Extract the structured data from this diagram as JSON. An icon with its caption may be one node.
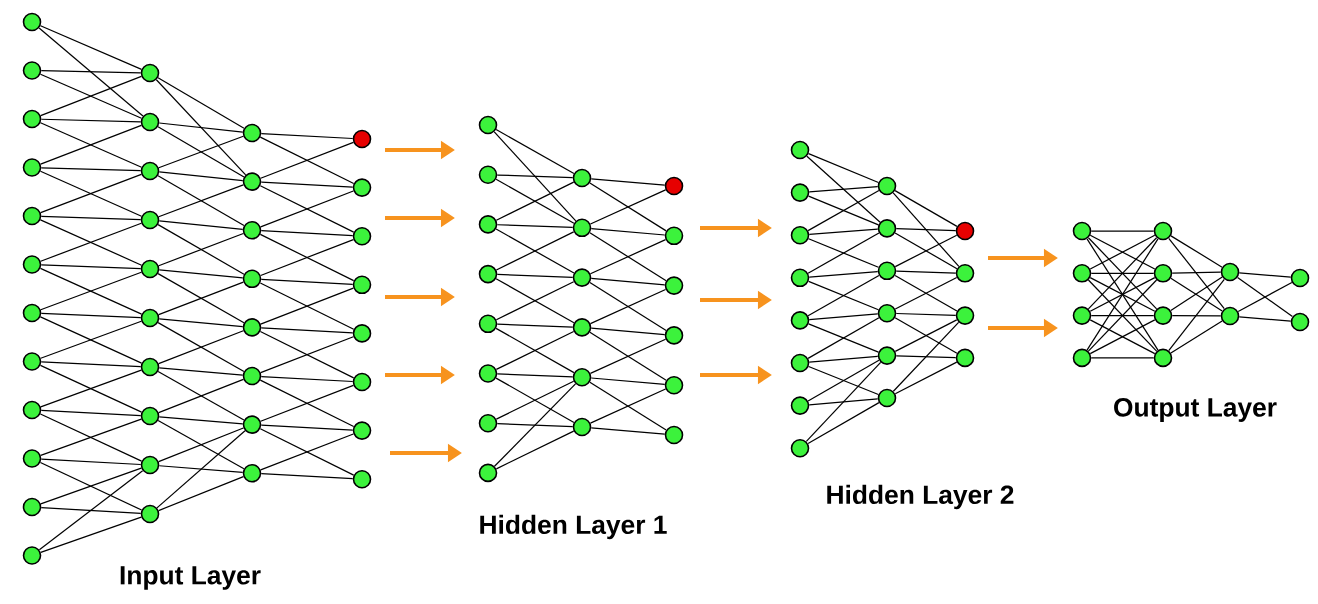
{
  "diagram": {
    "nodes": [
      {
        "text": [],
        "shape": "circle"
      },
      {
        "text": [],
        "shape": "circle"
      },
      {
        "text": [],
        "shape": "circle"
      },
      {
        "text": [],
        "shape": "circle"
      },
      {
        "text": [],
        "shape": "circle"
      },
      {
        "text": [],
        "shape": "circle"
      },
      {
        "text": [],
        "shape": "circle"
      },
      {
        "text": [],
        "shape": "circle"
      },
      {
        "text": [],
        "shape": "circle"
      },
      {
        "text": [],
        "shape": "circle"
      },
      {
        "text": [],
        "shape": "circle"
      },
      {
        "text": [],
        "shape": "circle"
      },
      {
        "text": [],
        "shape": "circle"
      },
      {
        "text": [],
        "shape": "circle"
      },
      {
        "text": [],
        "shape": "circle"
      },
      {
        "text": [],
        "shape": "circle"
      },
      {
        "text": [],
        "shape": "circle"
      },
      {
        "text": [],
        "shape": "circle"
      },
      {
        "text": [],
        "shape": "circle"
      },
      {
        "text": [],
        "shape": "circle"
      },
      {
        "text": [],
        "shape": "circle"
      },
      {
        "text": [],
        "shape": "circle"
      },
      {
        "text": [],
        "shape": "circle"
      },
      {
        "text": [],
        "shape": "circle"
      },
      {
        "text": [],
        "shape": "circle"
      },
      {
        "text": [],
        "shape": "circle"
      },
      {
        "text": [],
        "shape": "circle"
      },
      {
        "text": [],
        "shape": "circle"
      },
      {
        "text": [],
        "shape": "circle"
      },
      {
        "text": [],
        "shape": "circle"
      },
      {
        "text": [],
        "shape": "circle"
      },
      {
        "text": [],
        "shape": "circle"
      },
      {
        "text": [],
        "shape": "circle"
      },
      {
        "text": [],
        "shape": "circle"
      },
      {
        "text": [],
        "shape": "circle"
      },
      {
        "text": [],
        "shape": "circle"
      },
      {
        "text": [],
        "shape": "circle"
      },
      {
        "text": [],
        "shape": "circle"
      },
      {
        "text": [],
        "shape": "circle"
      },
      {
        "text": [],
        "shape": "circle"
      },
      {
        "text": [],
        "shape": "circle"
      },
      {
        "text": [],
        "shape": "circle"
      },
      {
        "text": [],
        "shape": "circle"
      },
      {
        "text": [],
        "shape": "circle"
      },
      {
        "text": [],
        "shape": "circle"
      },
      {
        "text": [],
        "shape": "circle"
      },
      {
        "text": [],
        "shape": "circle"
      },
      {
        "text": [],
        "shape": "circle"
      },
      {
        "text": [],
        "shape": "circle"
      },
      {
        "text": [],
        "shape": "circle"
      },
      {
        "text": [],
        "shape": "circle"
      },
      {
        "text": [],
        "shape": "circle"
      },
      {
        "text": [],
        "shape": "circle"
      },
      {
        "text": [],
        "shape": "circle"
      },
      {
        "text": [],
        "shape": "circle"
      },
      {
        "text": [],
        "shape": "circle"
      },
      {
        "text": [],
        "shape": "circle"
      },
      {
        "text": [],
        "shape": "circle"
      },
      {
        "text": [],
        "shape": "circle"
      },
      {
        "text": [],
        "shape": "circle"
      },
      {
        "text": [],
        "shape": "circle"
      },
      {
        "text": [],
        "shape": "circle"
      },
      {
        "text": [],
        "shape": "circle"
      },
      {
        "text": [],
        "shape": "circle"
      },
      {
        "text": [],
        "shape": "circle"
      },
      {
        "text": [],
        "shape": "circle"
      },
      {
        "text": [],
        "shape": "circle"
      },
      {
        "text": [],
        "shape": "circle"
      },
      {
        "text": [],
        "shape": "circle"
      },
      {
        "text": [],
        "shape": "circle"
      },
      {
        "text": [],
        "shape": "circle"
      },
      {
        "text": [],
        "shape": "circle"
      },
      {
        "text": [],
        "shape": "circle"
      },
      {
        "text": [],
        "shape": "circle"
      },
      {
        "text": [],
        "shape": "circle"
      },
      {
        "text": [],
        "shape": "circle"
      },
      {
        "text": [],
        "shape": "circle"
      },
      {
        "text": [],
        "shape": "circle"
      },
      {
        "text": [],
        "shape": "circle"
      },
      {
        "text": [],
        "shape": "circle"
      },
      {
        "text": [],
        "shape": "circle"
      },
      {
        "text": [],
        "shape": "circle"
      },
      {
        "text": [],
        "shape": "circle"
      },
      {
        "text": [],
        "shape": "circle"
      },
      {
        "text": [],
        "shape": "circle"
      },
      {
        "text": [],
        "shape": "circle"
      },
      {
        "text": [],
        "shape": "circle"
      },
      {
        "text": [],
        "shape": "circle"
      }
    ],
    "edges": [
      {
        "from": 0,
        "to": 12,
        "arrow": "none"
      },
      {
        "from": 0,
        "to": 13,
        "arrow": "none"
      },
      {
        "from": 1,
        "to": 12,
        "arrow": "none"
      },
      {
        "from": 1,
        "to": 13,
        "arrow": "none"
      },
      {
        "from": 2,
        "to": 12,
        "arrow": "none"
      },
      {
        "from": 2,
        "to": 13,
        "arrow": "none"
      },
      {
        "from": 2,
        "to": 14,
        "arrow": "none"
      },
      {
        "from": 3,
        "to": 13,
        "arrow": "none"
      },
      {
        "from": 3,
        "to": 14,
        "arrow": "none"
      },
      {
        "from": 3,
        "to": 15,
        "arrow": "none"
      },
      {
        "from": 4,
        "to": 14,
        "arrow": "none"
      },
      {
        "from": 4,
        "to": 15,
        "arrow": "none"
      },
      {
        "from": 4,
        "to": 16,
        "arrow": "none"
      },
      {
        "from": 5,
        "to": 15,
        "arrow": "none"
      },
      {
        "from": 5,
        "to": 16,
        "arrow": "none"
      },
      {
        "from": 5,
        "to": 17,
        "arrow": "none"
      },
      {
        "from": 6,
        "to": 16,
        "arrow": "none"
      },
      {
        "from": 6,
        "to": 17,
        "arrow": "none"
      },
      {
        "from": 6,
        "to": 18,
        "arrow": "none"
      },
      {
        "from": 7,
        "to": 17,
        "arrow": "none"
      },
      {
        "from": 7,
        "to": 18,
        "arrow": "none"
      },
      {
        "from": 7,
        "to": 19,
        "arrow": "none"
      },
      {
        "from": 8,
        "to": 18,
        "arrow": "none"
      },
      {
        "from": 8,
        "to": 19,
        "arrow": "none"
      },
      {
        "from": 8,
        "to": 20,
        "arrow": "none"
      },
      {
        "from": 9,
        "to": 19,
        "arrow": "none"
      },
      {
        "from": 9,
        "to": 20,
        "arrow": "none"
      },
      {
        "from": 9,
        "to": 21,
        "arrow": "none"
      },
      {
        "from": 10,
        "to": 20,
        "arrow": "none"
      },
      {
        "from": 10,
        "to": 21,
        "arrow": "none"
      },
      {
        "from": 11,
        "to": 20,
        "arrow": "none"
      },
      {
        "from": 11,
        "to": 21,
        "arrow": "none"
      },
      {
        "from": 12,
        "to": 22,
        "arrow": "none"
      },
      {
        "from": 12,
        "to": 23,
        "arrow": "none"
      },
      {
        "from": 13,
        "to": 22,
        "arrow": "none"
      },
      {
        "from": 13,
        "to": 23,
        "arrow": "none"
      },
      {
        "from": 14,
        "to": 22,
        "arrow": "none"
      },
      {
        "from": 14,
        "to": 23,
        "arrow": "none"
      },
      {
        "from": 14,
        "to": 24,
        "arrow": "none"
      },
      {
        "from": 15,
        "to": 23,
        "arrow": "none"
      },
      {
        "from": 15,
        "to": 24,
        "arrow": "none"
      },
      {
        "from": 15,
        "to": 25,
        "arrow": "none"
      },
      {
        "from": 16,
        "to": 24,
        "arrow": "none"
      },
      {
        "from": 16,
        "to": 25,
        "arrow": "none"
      },
      {
        "from": 16,
        "to": 26,
        "arrow": "none"
      },
      {
        "from": 17,
        "to": 25,
        "arrow": "none"
      },
      {
        "from": 17,
        "to": 26,
        "arrow": "none"
      },
      {
        "from": 17,
        "to": 27,
        "arrow": "none"
      },
      {
        "from": 18,
        "to": 26,
        "arrow": "none"
      },
      {
        "from": 18,
        "to": 27,
        "arrow": "none"
      },
      {
        "from": 18,
        "to": 28,
        "arrow": "none"
      },
      {
        "from": 19,
        "to": 27,
        "arrow": "none"
      },
      {
        "from": 19,
        "to": 28,
        "arrow": "none"
      },
      {
        "from": 19,
        "to": 29,
        "arrow": "none"
      },
      {
        "from": 20,
        "to": 28,
        "arrow": "none"
      },
      {
        "from": 20,
        "to": 29,
        "arrow": "none"
      },
      {
        "from": 21,
        "to": 28,
        "arrow": "none"
      },
      {
        "from": 21,
        "to": 29,
        "arrow": "none"
      },
      {
        "from": 22,
        "to": 30,
        "arrow": "none"
      },
      {
        "from": 22,
        "to": 31,
        "arrow": "none"
      },
      {
        "from": 23,
        "to": 30,
        "arrow": "none"
      },
      {
        "from": 23,
        "to": 31,
        "arrow": "none"
      },
      {
        "from": 23,
        "to": 32,
        "arrow": "none"
      },
      {
        "from": 24,
        "to": 31,
        "arrow": "none"
      },
      {
        "from": 24,
        "to": 32,
        "arrow": "none"
      },
      {
        "from": 24,
        "to": 33,
        "arrow": "none"
      },
      {
        "from": 25,
        "to": 32,
        "arrow": "none"
      },
      {
        "from": 25,
        "to": 33,
        "arrow": "none"
      },
      {
        "from": 25,
        "to": 34,
        "arrow": "none"
      },
      {
        "from": 26,
        "to": 33,
        "arrow": "none"
      },
      {
        "from": 26,
        "to": 34,
        "arrow": "none"
      },
      {
        "from": 26,
        "to": 35,
        "arrow": "none"
      },
      {
        "from": 27,
        "to": 34,
        "arrow": "none"
      },
      {
        "from": 27,
        "to": 35,
        "arrow": "none"
      },
      {
        "from": 27,
        "to": 36,
        "arrow": "none"
      },
      {
        "from": 28,
        "to": 35,
        "arrow": "none"
      },
      {
        "from": 28,
        "to": 36,
        "arrow": "none"
      },
      {
        "from": 28,
        "to": 37,
        "arrow": "none"
      },
      {
        "from": 29,
        "to": 36,
        "arrow": "none"
      },
      {
        "from": 29,
        "to": 37,
        "arrow": "none"
      },
      {
        "from": 38,
        "to": 46,
        "arrow": "none"
      },
      {
        "from": 38,
        "to": 47,
        "arrow": "none"
      },
      {
        "from": 39,
        "to": 46,
        "arrow": "none"
      },
      {
        "from": 39,
        "to": 47,
        "arrow": "none"
      },
      {
        "from": 40,
        "to": 46,
        "arrow": "none"
      },
      {
        "from": 40,
        "to": 47,
        "arrow": "none"
      },
      {
        "from": 40,
        "to": 48,
        "arrow": "none"
      },
      {
        "from": 41,
        "to": 47,
        "arrow": "none"
      },
      {
        "from": 41,
        "to": 48,
        "arrow": "none"
      },
      {
        "from": 41,
        "to": 49,
        "arrow": "none"
      },
      {
        "from": 42,
        "to": 48,
        "arrow": "none"
      },
      {
        "from": 42,
        "to": 49,
        "arrow": "none"
      },
      {
        "from": 42,
        "to": 50,
        "arrow": "none"
      },
      {
        "from": 43,
        "to": 49,
        "arrow": "none"
      },
      {
        "from": 43,
        "to": 50,
        "arrow": "none"
      },
      {
        "from": 43,
        "to": 51,
        "arrow": "none"
      },
      {
        "from": 44,
        "to": 50,
        "arrow": "none"
      },
      {
        "from": 44,
        "to": 51,
        "arrow": "none"
      },
      {
        "from": 45,
        "to": 50,
        "arrow": "none"
      },
      {
        "from": 45,
        "to": 51,
        "arrow": "none"
      },
      {
        "from": 46,
        "to": 52,
        "arrow": "none"
      },
      {
        "from": 46,
        "to": 53,
        "arrow": "none"
      },
      {
        "from": 47,
        "to": 52,
        "arrow": "none"
      },
      {
        "from": 47,
        "to": 53,
        "arrow": "none"
      },
      {
        "from": 47,
        "to": 54,
        "arrow": "none"
      },
      {
        "from": 48,
        "to": 53,
        "arrow": "none"
      },
      {
        "from": 48,
        "to": 54,
        "arrow": "none"
      },
      {
        "from": 48,
        "to": 55,
        "arrow": "none"
      },
      {
        "from": 49,
        "to": 54,
        "arrow": "none"
      },
      {
        "from": 49,
        "to": 55,
        "arrow": "none"
      },
      {
        "from": 49,
        "to": 56,
        "arrow": "none"
      },
      {
        "from": 50,
        "to": 55,
        "arrow": "none"
      },
      {
        "from": 50,
        "to": 56,
        "arrow": "none"
      },
      {
        "from": 50,
        "to": 57,
        "arrow": "none"
      },
      {
        "from": 51,
        "to": 56,
        "arrow": "none"
      },
      {
        "from": 51,
        "to": 57,
        "arrow": "none"
      },
      {
        "from": 58,
        "to": 66,
        "arrow": "none"
      },
      {
        "from": 58,
        "to": 67,
        "arrow": "none"
      },
      {
        "from": 59,
        "to": 66,
        "arrow": "none"
      },
      {
        "from": 59,
        "to": 67,
        "arrow": "none"
      },
      {
        "from": 60,
        "to": 66,
        "arrow": "none"
      },
      {
        "from": 60,
        "to": 67,
        "arrow": "none"
      },
      {
        "from": 60,
        "to": 68,
        "arrow": "none"
      },
      {
        "from": 61,
        "to": 67,
        "arrow": "none"
      },
      {
        "from": 61,
        "to": 68,
        "arrow": "none"
      },
      {
        "from": 61,
        "to": 69,
        "arrow": "none"
      },
      {
        "from": 62,
        "to": 68,
        "arrow": "none"
      },
      {
        "from": 62,
        "to": 69,
        "arrow": "none"
      },
      {
        "from": 62,
        "to": 70,
        "arrow": "none"
      },
      {
        "from": 63,
        "to": 69,
        "arrow": "none"
      },
      {
        "from": 63,
        "to": 70,
        "arrow": "none"
      },
      {
        "from": 63,
        "to": 71,
        "arrow": "none"
      },
      {
        "from": 64,
        "to": 70,
        "arrow": "none"
      },
      {
        "from": 64,
        "to": 71,
        "arrow": "none"
      },
      {
        "from": 65,
        "to": 70,
        "arrow": "none"
      },
      {
        "from": 65,
        "to": 71,
        "arrow": "none"
      },
      {
        "from": 66,
        "to": 72,
        "arrow": "none"
      },
      {
        "from": 66,
        "to": 73,
        "arrow": "none"
      },
      {
        "from": 67,
        "to": 72,
        "arrow": "none"
      },
      {
        "from": 67,
        "to": 73,
        "arrow": "none"
      },
      {
        "from": 68,
        "to": 72,
        "arrow": "none"
      },
      {
        "from": 68,
        "to": 73,
        "arrow": "none"
      },
      {
        "from": 68,
        "to": 74,
        "arrow": "none"
      },
      {
        "from": 69,
        "to": 73,
        "arrow": "none"
      },
      {
        "from": 69,
        "to": 74,
        "arrow": "none"
      },
      {
        "from": 69,
        "to": 75,
        "arrow": "none"
      },
      {
        "from": 70,
        "to": 74,
        "arrow": "none"
      },
      {
        "from": 70,
        "to": 75,
        "arrow": "none"
      },
      {
        "from": 71,
        "to": 74,
        "arrow": "none"
      },
      {
        "from": 71,
        "to": 75,
        "arrow": "none"
      },
      {
        "from": 76,
        "to": 80,
        "arrow": "none"
      },
      {
        "from": 76,
        "to": 81,
        "arrow": "none"
      },
      {
        "from": 76,
        "to": 82,
        "arrow": "none"
      },
      {
        "from": 76,
        "to": 83,
        "arrow": "none"
      },
      {
        "from": 77,
        "to": 80,
        "arrow": "none"
      },
      {
        "from": 77,
        "to": 81,
        "arrow": "none"
      },
      {
        "from": 77,
        "to": 82,
        "arrow": "none"
      },
      {
        "from": 77,
        "to": 83,
        "arrow": "none"
      },
      {
        "from": 78,
        "to": 80,
        "arrow": "none"
      },
      {
        "from": 78,
        "to": 81,
        "arrow": "none"
      },
      {
        "from": 78,
        "to": 82,
        "arrow": "none"
      },
      {
        "from": 78,
        "to": 83,
        "arrow": "none"
      },
      {
        "from": 79,
        "to": 80,
        "arrow": "none"
      },
      {
        "from": 79,
        "to": 81,
        "arrow": "none"
      },
      {
        "from": 79,
        "to": 82,
        "arrow": "none"
      },
      {
        "from": 79,
        "to": 83,
        "arrow": "none"
      },
      {
        "from": 80,
        "to": 84,
        "arrow": "none"
      },
      {
        "from": 80,
        "to": 85,
        "arrow": "none"
      },
      {
        "from": 81,
        "to": 84,
        "arrow": "none"
      },
      {
        "from": 81,
        "to": 85,
        "arrow": "none"
      },
      {
        "from": 82,
        "to": 84,
        "arrow": "none"
      },
      {
        "from": 82,
        "to": 85,
        "arrow": "none"
      },
      {
        "from": 83,
        "to": 84,
        "arrow": "none"
      },
      {
        "from": 83,
        "to": 85,
        "arrow": "none"
      },
      {
        "from": 84,
        "to": 86,
        "arrow": "none"
      },
      {
        "from": 84,
        "to": 87,
        "arrow": "none"
      },
      {
        "from": 85,
        "to": 86,
        "arrow": "none"
      },
      {
        "from": 85,
        "to": 87,
        "arrow": "none"
      }
    ],
    "labels": [
      "Input Layer",
      "Hidden Layer 1",
      "Hidden Layer 2",
      "Output Layer"
    ]
  }
}
